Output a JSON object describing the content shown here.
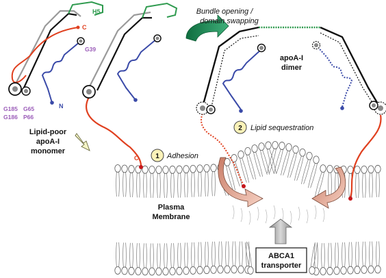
{
  "labels": {
    "h5": "H5",
    "c_terminus": "C",
    "n_terminus": "N",
    "g39": "G39",
    "g185": "G185",
    "g186": "G186",
    "g65": "G65",
    "p66": "P66",
    "monomer_line1": "Lipid-poor",
    "monomer_line2": "apoA-I",
    "monomer_line3": "monomer",
    "bundle_line1": "Bundle opening /",
    "bundle_line2": "domain swapping",
    "dimer_line1": "apoA-I",
    "dimer_line2": "dimer",
    "step1_number": "1",
    "step1_text": "Adhesion",
    "step2_number": "2",
    "step2_text": "Lipid sequestration",
    "membrane_line1": "Plasma",
    "membrane_line2": "Membrane",
    "abca1_line1": "ABCA1",
    "abca1_line2": "transporter"
  },
  "colors": {
    "green_helix": "#2e9a4e",
    "red_chain": "#e0401f",
    "blue_chain": "#3a4aa8",
    "purple_residue": "#9a5bb8",
    "gray_backbone": "#9a9a9a",
    "step_circle_fill": "#fbf2b8",
    "pale_arrow_fill": "#f4f4c6",
    "teal_arrow": "#1f8a55",
    "salmon_arrow": "#e8a08a"
  }
}
